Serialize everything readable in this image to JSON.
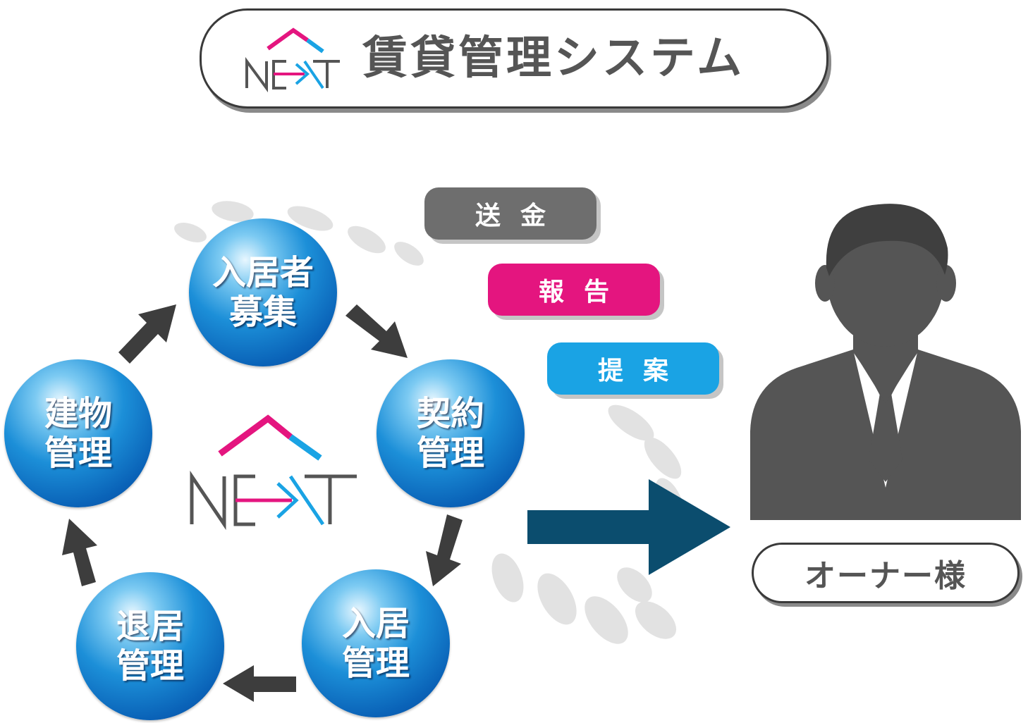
{
  "header": {
    "title": "賃貸管理システム",
    "logo_icon": "next-logo-icon"
  },
  "cycle": {
    "nodes": [
      {
        "line1": "入居者",
        "line2": "募集"
      },
      {
        "line1": "契約",
        "line2": "管理"
      },
      {
        "line1": "入居",
        "line2": "管理"
      },
      {
        "line1": "退居",
        "line2": "管理"
      },
      {
        "line1": "建物",
        "line2": "管理"
      }
    ],
    "center_logo_icon": "next-logo-icon"
  },
  "reports": [
    {
      "label": "送金",
      "color": "#6e6e6e"
    },
    {
      "label": "報告",
      "color": "#e4157f"
    },
    {
      "label": "提案",
      "color": "#1aa3e4"
    }
  ],
  "owner": {
    "label": "オーナー様",
    "icon": "businessman-icon"
  },
  "colors": {
    "magenta": "#e4157f",
    "cyan": "#1aa3e4",
    "gray": "#6e6e6e",
    "navy_arrow": "#0b4d6e",
    "dark_arrow": "#3d3d3d"
  }
}
